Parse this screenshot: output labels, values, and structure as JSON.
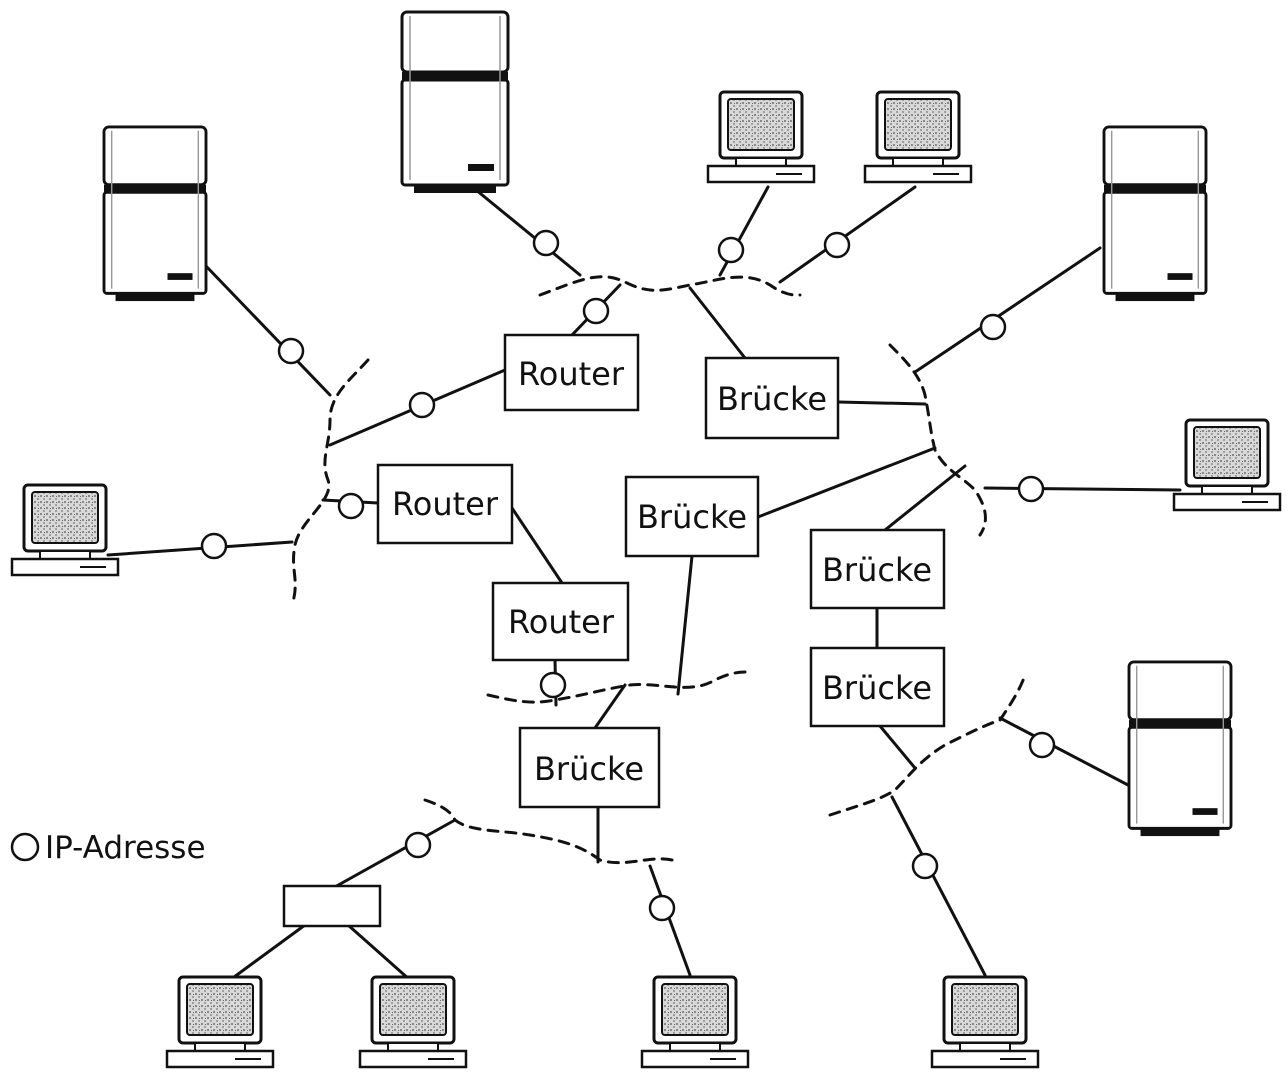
{
  "legend": {
    "label": "IP-Adresse",
    "symbol": "ip-address-circle-icon"
  },
  "routers": [
    {
      "id": "router-top",
      "label": "Router"
    },
    {
      "id": "router-left",
      "label": "Router"
    },
    {
      "id": "router-middle",
      "label": "Router"
    }
  ],
  "bridges": [
    {
      "id": "bridge-top",
      "label": "Brücke"
    },
    {
      "id": "bridge-center",
      "label": "Brücke"
    },
    {
      "id": "bridge-right-upper",
      "label": "Brücke"
    },
    {
      "id": "bridge-right-lower",
      "label": "Brücke"
    },
    {
      "id": "bridge-bottom",
      "label": "Brücke"
    }
  ],
  "devices": {
    "servers": [
      "server-top",
      "server-left",
      "server-right-top",
      "server-right-bottom"
    ],
    "workstations": [
      "workstation-top-1",
      "workstation-top-2",
      "workstation-left",
      "workstation-right",
      "workstation-bottom-1",
      "workstation-bottom-2",
      "workstation-bottom-3",
      "workstation-bottom-4"
    ]
  },
  "colors": {
    "line": "#111111",
    "screen": "#cfcfcf",
    "background": "#ffffff"
  }
}
